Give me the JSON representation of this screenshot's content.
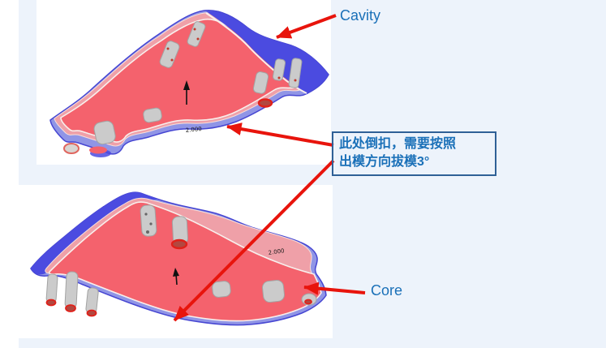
{
  "labels": {
    "cavity": "Cavity",
    "core": "Core"
  },
  "callout": {
    "line1": "此处倒扣，需要按照",
    "line2": "出模方向拔模3°"
  },
  "annotations": {
    "dim_top": "2.000",
    "dim_bottom": "2.000"
  },
  "colors": {
    "slideBg": "#edf3fb",
    "panelBg": "#ffffff",
    "labelBlue": "#1a70b8",
    "calloutBorder": "#2f6096",
    "arrowRed": "#e8140c",
    "partRed": "#f4626d",
    "partPink": "#efa0a8",
    "partBlueStrong": "#4b4be0",
    "partBluePale": "#9095e6",
    "partEdge": "#4646d2",
    "rimLight": "#f8efec",
    "bossGray": "#cbcbcb",
    "bossEdge": "#a3a3a3",
    "ringRed": "#e0211a",
    "dimText": "#1a1a1a",
    "blackArrow": "#111111"
  }
}
